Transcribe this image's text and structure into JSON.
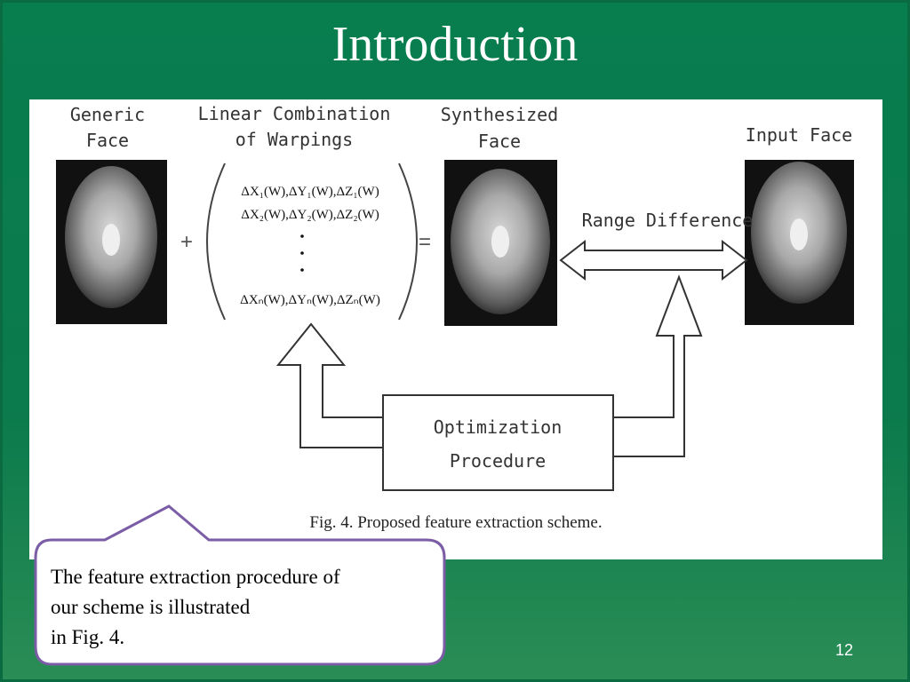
{
  "slide": {
    "title": "Introduction",
    "page_number": "12",
    "colors": {
      "background": "#0b7a4d",
      "callout_border": "#7b5ca6",
      "figure_bg": "#ffffff"
    }
  },
  "figure": {
    "generic_face_label": [
      "Generic",
      "Face"
    ],
    "linear_combination_label": [
      "Linear Combination",
      "of Warpings"
    ],
    "synthesized_face_label": [
      "Synthesized",
      "Face"
    ],
    "input_face_label": "Input Face",
    "range_difference_label": "Range Difference",
    "optimization_label": [
      "Optimization",
      "Procedure"
    ],
    "plus_sign": "+",
    "equals_sign": "=",
    "matrix_rows": [
      "ΔX₁(W),ΔY₁(W),ΔZ₁(W)",
      "ΔX₂(W),ΔY₂(W),ΔZ₂(W)",
      "ΔXₙ(W),ΔYₙ(W),ΔZₙ(W)"
    ],
    "caption": "Fig. 4.   Proposed feature extraction scheme."
  },
  "callout": {
    "lines": [
      "The feature extraction procedure of",
      "our scheme is illustrated",
      "in Fig. 4."
    ]
  }
}
